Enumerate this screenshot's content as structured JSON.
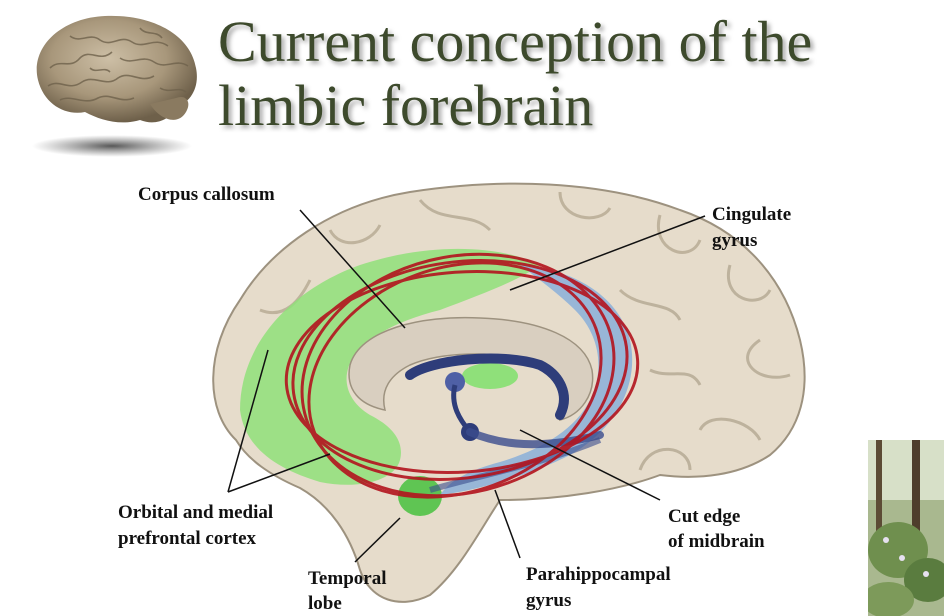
{
  "slide": {
    "title_line1": "Current conception of the",
    "title_line2": "limbic forebrain"
  },
  "figure": {
    "labels": {
      "corpus_callosum": "Corpus callosum",
      "cingulate_1": "Cingulate",
      "cingulate_2": "gyrus",
      "orbital_1": "Orbital and medial",
      "orbital_2": "prefrontal cortex",
      "temporal_1": "Temporal",
      "temporal_2": "lobe",
      "parahippo_1": "Parahippocampal",
      "parahippo_2": "gyrus",
      "cut_edge_1": "Cut edge",
      "cut_edge_2": "of midbrain"
    }
  },
  "colors": {
    "title": "#3d4a2c",
    "cortex": "#e6dccb",
    "limbic_green": "#8fe07a",
    "limbic_blue": "#8fb1d8",
    "circuit_red": "#b3141e",
    "inner_structures": "#2e3d7a"
  },
  "icons": {
    "header_image": "brain-photo",
    "corner_image": "video-thumbnail"
  }
}
